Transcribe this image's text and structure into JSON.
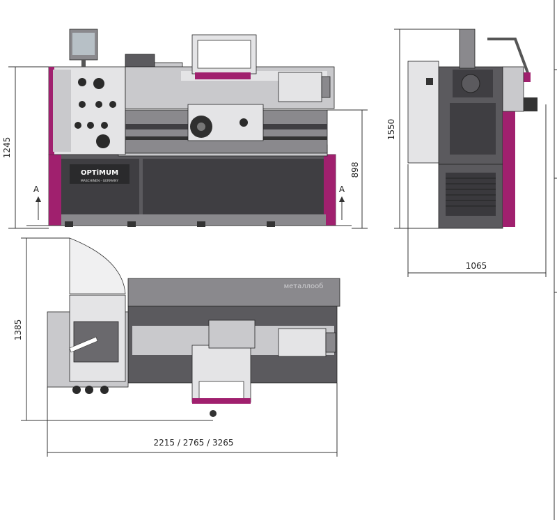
{
  "brand": {
    "logo": "OPTiMUM",
    "tagline": "MASCHINEN - GERMANY"
  },
  "dimensions": {
    "front_height_total": "1245",
    "front_height_spindle": "898",
    "side_height": "1550",
    "side_depth": "1065",
    "top_depth": "1385",
    "top_lengths": "2215 / 2765 / 3265"
  },
  "section_marks": {
    "left": "A",
    "right": "A"
  },
  "watermark": "металлооб",
  "colors": {
    "body": "#5b5a5e",
    "accent": "#a0206e",
    "panel": "#e4e4e6"
  }
}
